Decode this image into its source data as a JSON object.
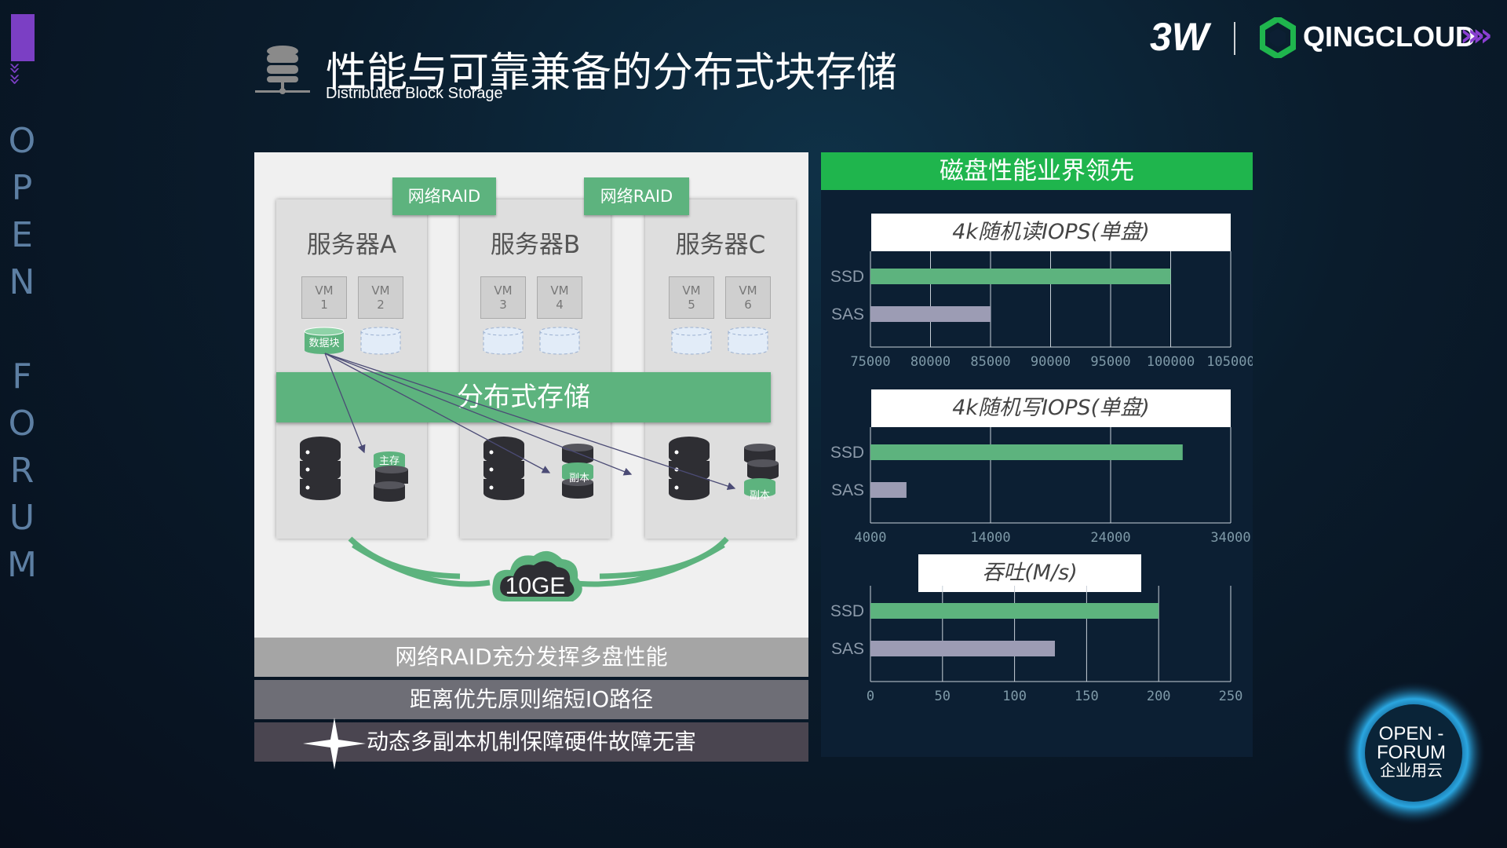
{
  "header": {
    "title": "性能与可靠兼备的分布式块存储",
    "subtitle": "Distributed Block Storage"
  },
  "brand": {
    "logo_3w": "3W",
    "logo_qingcloud": "QINGCLOUD",
    "arrows": "»",
    "side_chevrons": "»",
    "side_text": [
      "O",
      "P",
      "E",
      "N",
      "F",
      "O",
      "R",
      "U",
      "M"
    ],
    "badge_line1": "OPEN -",
    "badge_line2": "FORUM",
    "badge_line3": "企业用云",
    "colors": {
      "purple": "#7b3fc4",
      "green": "#1fb54d",
      "diagram_green": "#5db37e"
    }
  },
  "diagram": {
    "raid_tags": [
      "网络RAID",
      "网络RAID"
    ],
    "servers": [
      {
        "title": "服务器A",
        "vms": [
          {
            "label": "VM",
            "num": "1"
          },
          {
            "label": "VM",
            "num": "2"
          }
        ]
      },
      {
        "title": "服务器B",
        "vms": [
          {
            "label": "VM",
            "num": "3"
          },
          {
            "label": "VM",
            "num": "4"
          }
        ]
      },
      {
        "title": "服务器C",
        "vms": [
          {
            "label": "VM",
            "num": "5"
          },
          {
            "label": "VM",
            "num": "6"
          }
        ]
      }
    ],
    "data_block_label": "数据块",
    "distributed_storage": "分布式存储",
    "primary_label": "主存",
    "replica_label": "副本",
    "network_label": "10GE",
    "features": [
      "网络RAID充分发挥多盘性能",
      "距离优先原则缩短IO路径",
      "动态多副本机制保障硬件故障无害"
    ]
  },
  "perf": {
    "title": "磁盘性能业界领先"
  },
  "chart_data": [
    {
      "type": "bar",
      "title": "4k随机读IOPS(单盘)",
      "categories": [
        "SSD",
        "SAS"
      ],
      "values": [
        100000,
        85000
      ],
      "xlim": [
        75000,
        105000
      ],
      "ticks": [
        "75000",
        "80000",
        "85000",
        "90000",
        "95000",
        "100000",
        "105000"
      ],
      "grid": true
    },
    {
      "type": "bar",
      "title": "4k随机写IOPS(单盘)",
      "categories": [
        "SSD",
        "SAS"
      ],
      "values": [
        30000,
        7000
      ],
      "xlim": [
        4000,
        34000
      ],
      "ticks": [
        "4000",
        "14000",
        "24000",
        "34000"
      ],
      "grid": true
    },
    {
      "type": "bar",
      "title": "吞吐(M/s)",
      "categories": [
        "SSD",
        "SAS"
      ],
      "values": [
        200,
        128
      ],
      "xlim": [
        0,
        250
      ],
      "ticks": [
        "0",
        "50",
        "100",
        "150",
        "200",
        "250"
      ],
      "grid": true
    }
  ]
}
